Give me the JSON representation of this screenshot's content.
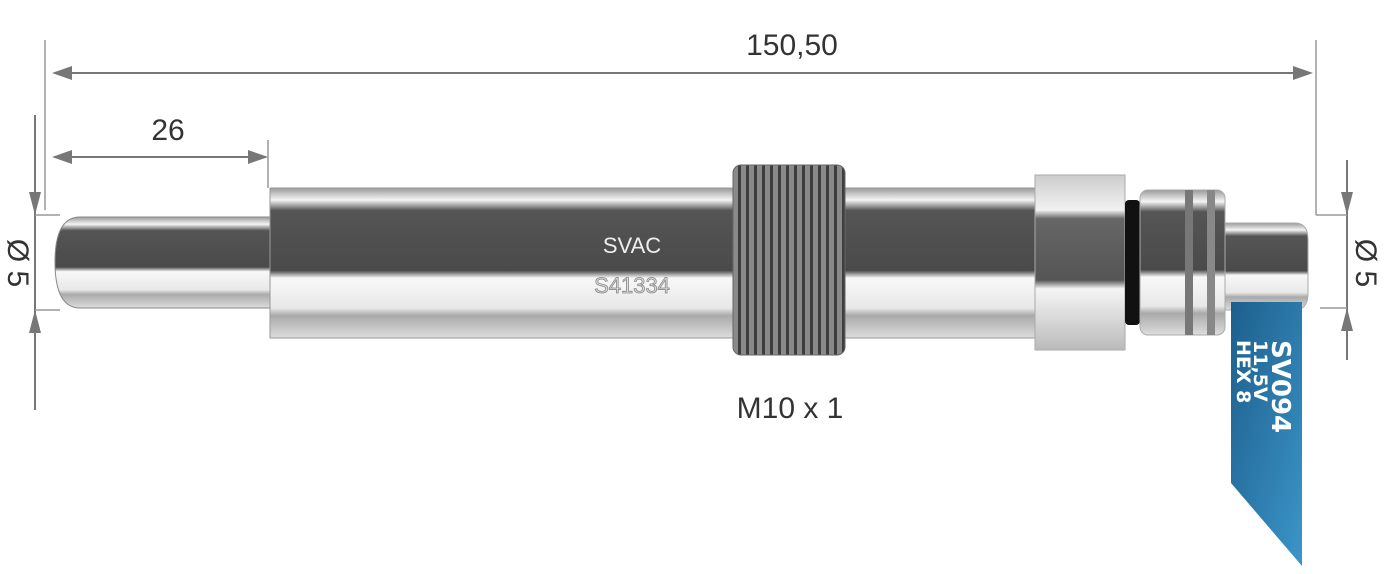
{
  "dimensions": {
    "overall_length": "150,50",
    "tip_length": "26",
    "tip_diameter": "Ø 5",
    "terminal_diameter": "Ø 5",
    "thread": "M10 x 1"
  },
  "body_marking": {
    "brand": "SVAC",
    "code": "S41334"
  },
  "tag": {
    "part_number": "SV094",
    "voltage": "11,5V",
    "hex": "HEX 8",
    "color": "#2a7fb3"
  }
}
